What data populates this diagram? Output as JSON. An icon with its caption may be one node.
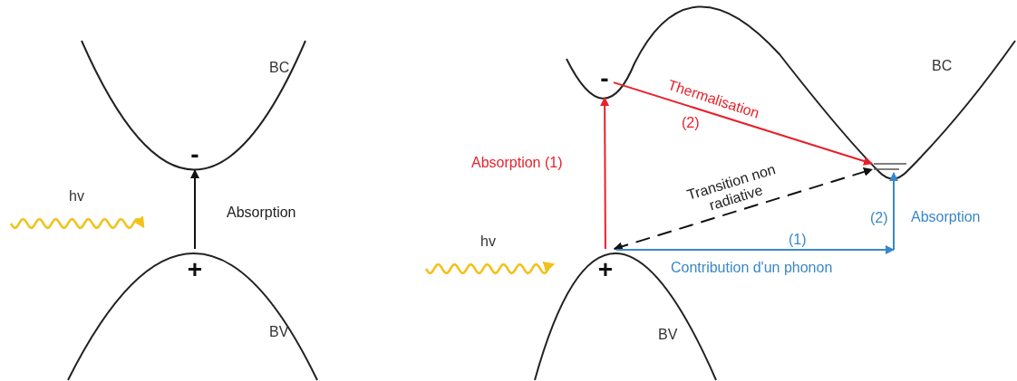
{
  "diagram": {
    "nodes": [
      {
        "text": [
          "-"
        ]
      },
      {
        "text": [
          "+"
        ]
      },
      {
        "text": [
          "-"
        ]
      },
      {
        "text": [
          "+"
        ]
      },
      {
        "text": [],
        "shape": "bar"
      }
    ],
    "edges": [
      {
        "from": 1,
        "to": 0,
        "arrow": "to",
        "label": "Absorption"
      },
      {
        "from": 3,
        "to": 2,
        "arrow": "to",
        "label": "Absorption (1)",
        "color": "#e8202a"
      },
      {
        "from": 2,
        "to": 4,
        "arrow": "to",
        "label": "Thermalisation",
        "color": "#e8202a"
      },
      {
        "from": 3,
        "to": 4,
        "arrow": "both",
        "style": "dashed",
        "label": "Transition non radiative"
      },
      {
        "from": 3,
        "to": null,
        "arrow": "to",
        "label": "Contribution d'un phonon",
        "color": "#3a87c8"
      },
      {
        "from": null,
        "to": 4,
        "arrow": "to",
        "label": "Absorption",
        "color": "#3a87c8"
      }
    ],
    "labels": [
      "BC",
      "hv",
      "BV",
      "BC",
      "(2)",
      "hv",
      "(2)",
      "(1)",
      "BV"
    ]
  }
}
